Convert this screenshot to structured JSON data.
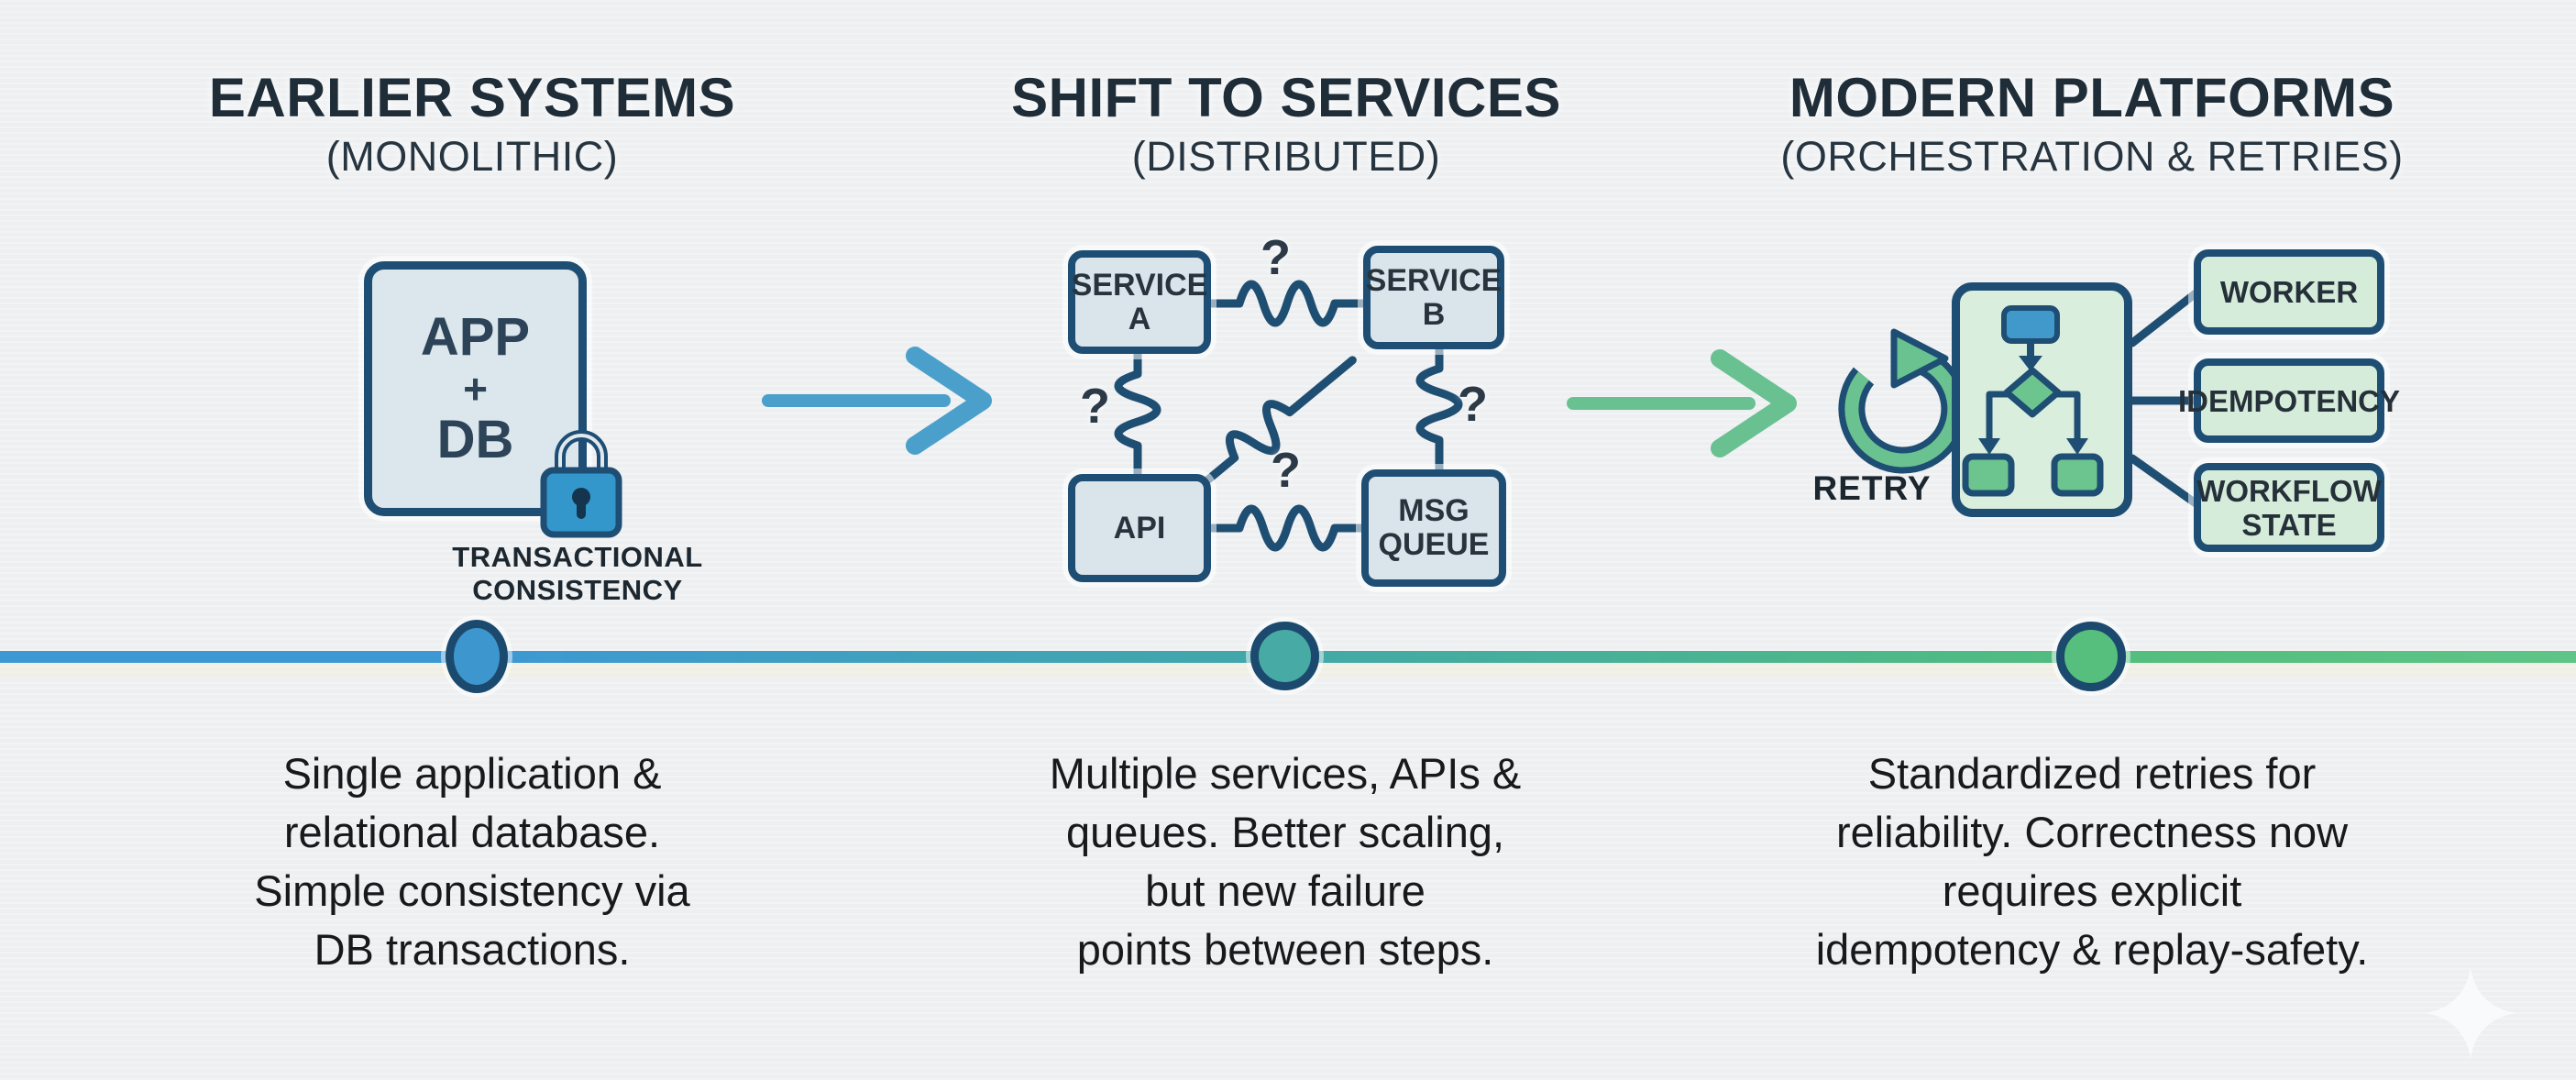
{
  "figure": {
    "kind": "evolution-timeline-infographic",
    "stages": 3
  },
  "columns": [
    {
      "title": "EARLIER SYSTEMS",
      "subtitle": "(MONOLITHIC)",
      "description": "Single application &\nrelational database.\nSimple consistency via\nDB transactions."
    },
    {
      "title": "SHIFT TO SERVICES",
      "subtitle": "(DISTRIBUTED)",
      "description": "Multiple services, APIs &\nqueues. Better scaling,\nbut new failure\npoints between steps."
    },
    {
      "title": "MODERN PLATFORMS",
      "subtitle": "(ORCHESTRATION & RETRIES)",
      "description": "Standardized retries for\nreliability. Correctness now\nrequires explicit\nidempotency & replay-safety."
    }
  ],
  "monolith": {
    "app": "APP",
    "plus": "+",
    "db": "DB",
    "caption": "TRANSACTIONAL\nCONSISTENCY"
  },
  "services": {
    "service_a": "SERVICE\nA",
    "service_b": "SERVICE\nB",
    "api": "API",
    "msg_queue": "MSG\nQUEUE",
    "q1": "?",
    "q2": "?",
    "q3": "?",
    "q4": "?"
  },
  "modern": {
    "retry": "RETRY",
    "worker": "WORKER",
    "idempotency": "IDEMPOTENCY",
    "workflow_state": "WORKFLOW\nSTATE"
  },
  "colors": {
    "background": "#edeff1",
    "navy_outline": "#1e4e73",
    "monolith_fill": "#dce6ed",
    "service_fill": "#dae4eb",
    "green_panel_fill": "#daeede",
    "green_box_fill": "#d6ecdb",
    "blue_accent": "#3b98cd",
    "green_accent": "#6ac290",
    "timeline_blue": "#3e98d4",
    "timeline_teal": "#42a8a8",
    "timeline_green": "#55bf7d",
    "arrow_blue": "#4aa0ca",
    "arrow_green": "#69c192",
    "heading_text": "#1f2d38",
    "body_text": "#17191d"
  }
}
